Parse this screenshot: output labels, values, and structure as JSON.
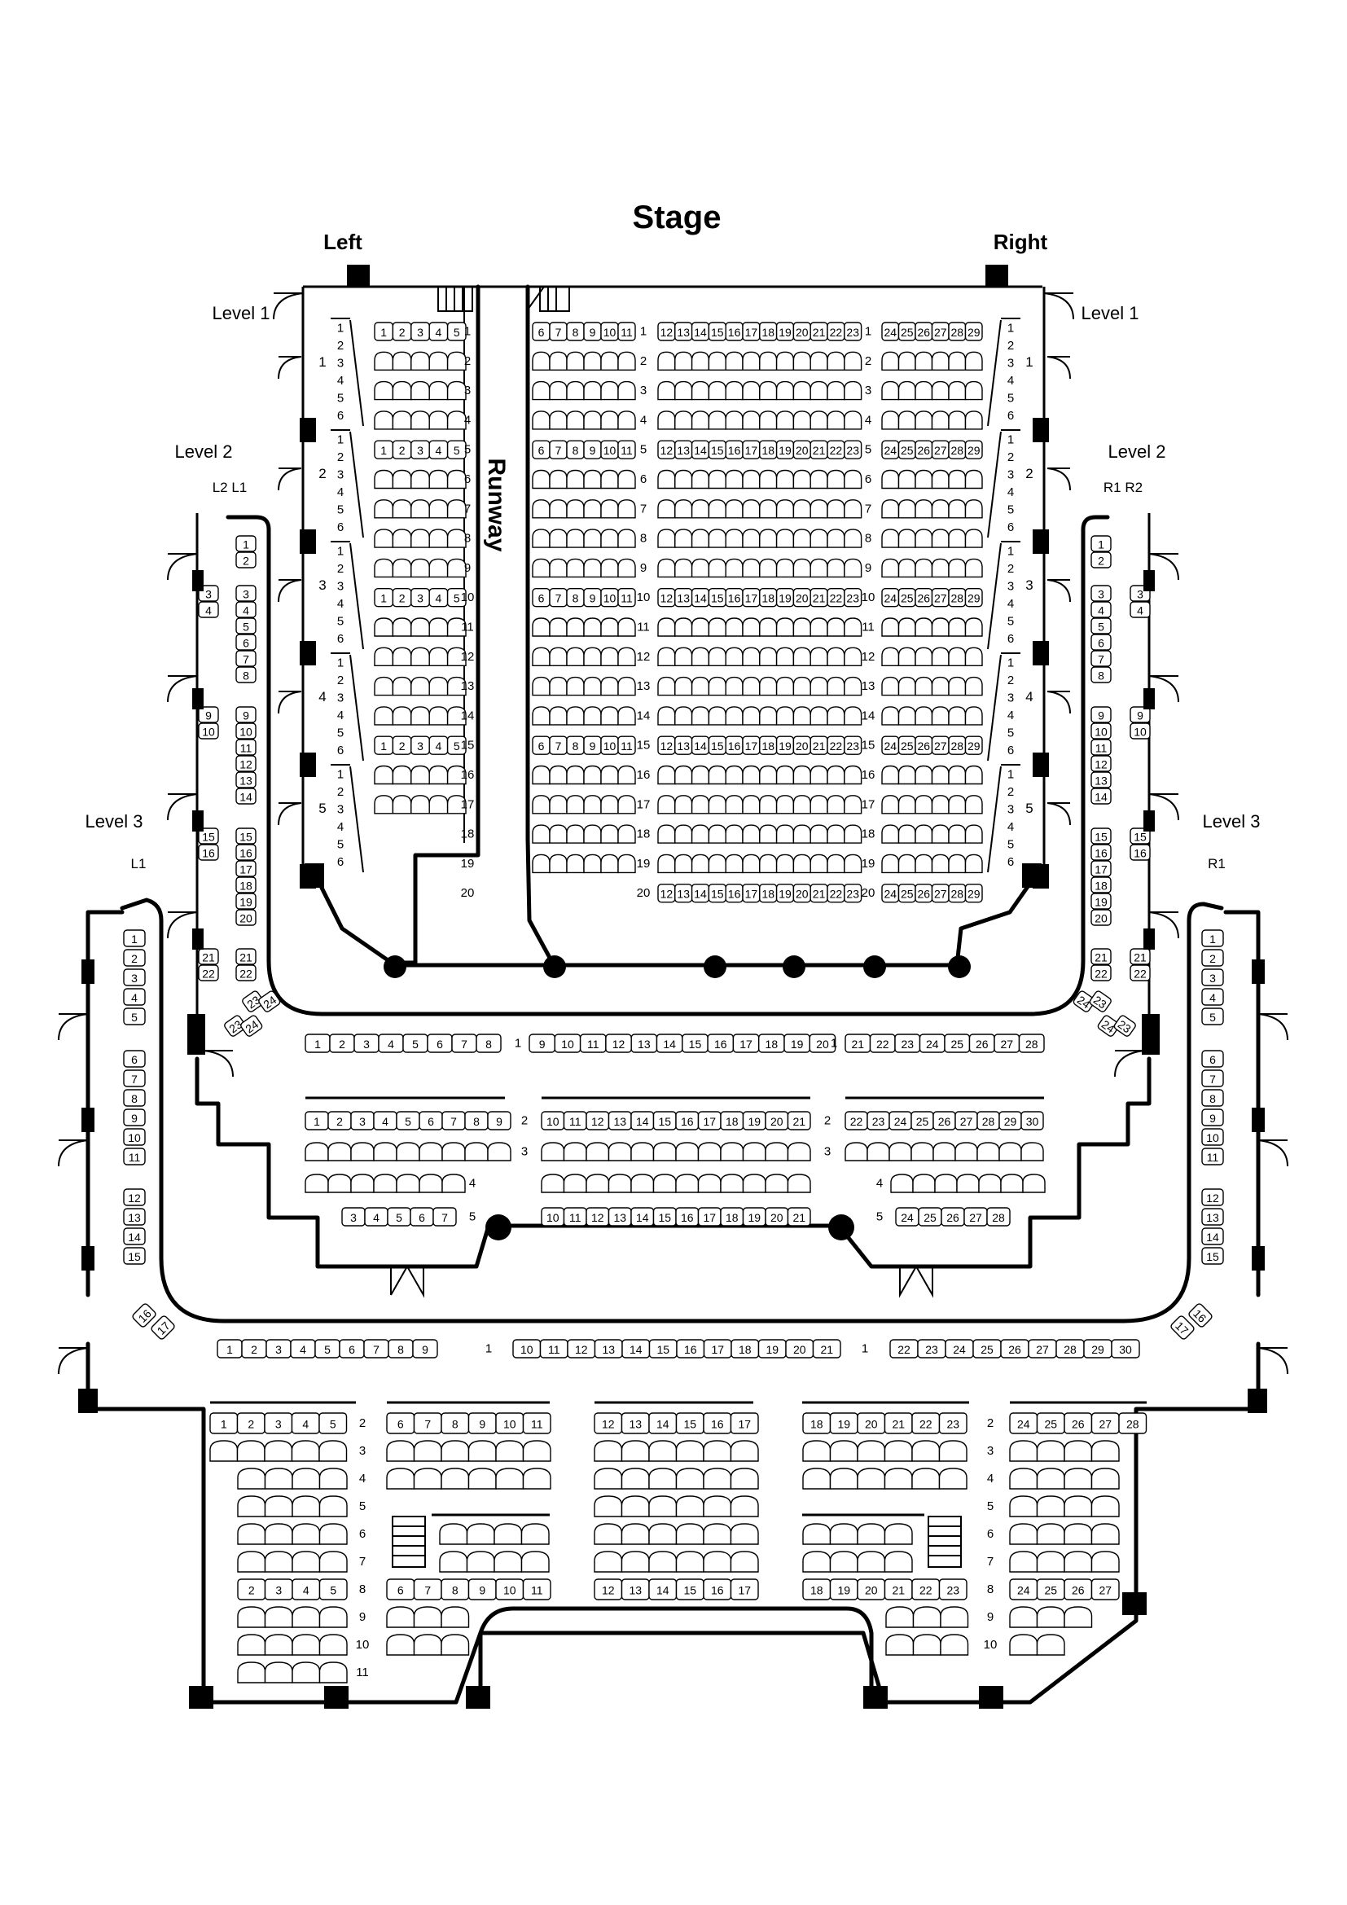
{
  "labels": {
    "stage": "Stage",
    "left": "Left",
    "right": "Right",
    "runway": "Runway",
    "level1_left": "Level 1",
    "level1_right": "Level 1",
    "level2_left": "Level 2",
    "level2_right": "Level 2",
    "level3_left": "Level 3",
    "level3_right": "Level 3",
    "l2l1": "L2 L1",
    "r1r2": "R1 R2",
    "l1": "L1",
    "r1": "R1"
  },
  "floor": {
    "rows": [
      {
        "row": 1,
        "left": [
          1,
          2,
          3,
          4,
          5
        ],
        "center": [
          6,
          7,
          8,
          9,
          10,
          11,
          12,
          13,
          14,
          15,
          16,
          17,
          18,
          19,
          20,
          21,
          22,
          23
        ],
        "right": [
          24,
          25,
          26,
          27,
          28,
          29
        ]
      },
      {
        "row": 2,
        "left": null,
        "center": null,
        "right": null
      },
      {
        "row": 3,
        "left": null,
        "center": null,
        "right": null
      },
      {
        "row": 4,
        "left": null,
        "center": null,
        "right": null
      },
      {
        "row": 5,
        "left": [
          1,
          2,
          3,
          4,
          5
        ],
        "center": [
          6,
          7,
          8,
          9,
          10,
          11,
          12,
          13,
          14,
          15,
          16,
          17,
          18,
          19,
          20,
          21,
          22,
          23
        ],
        "right": [
          24,
          25,
          26,
          27,
          28,
          29
        ]
      },
      {
        "row": 6,
        "left": null,
        "center": null,
        "right": null
      },
      {
        "row": 7,
        "left": null,
        "center": null,
        "right": null
      },
      {
        "row": 8,
        "left": null,
        "center": null,
        "right": null
      },
      {
        "row": 9,
        "left": null,
        "center": null,
        "right": null
      },
      {
        "row": 10,
        "left": [
          1,
          2,
          3,
          4,
          5
        ],
        "center": [
          6,
          7,
          8,
          9,
          10,
          11,
          12,
          13,
          14,
          15,
          16,
          17,
          18,
          19,
          20,
          21,
          22,
          23
        ],
        "right": [
          24,
          25,
          26,
          27,
          28,
          29
        ]
      },
      {
        "row": 11,
        "left": null,
        "center": null,
        "right": null
      },
      {
        "row": 12,
        "left": null,
        "center": null,
        "right": null
      },
      {
        "row": 13,
        "left": null,
        "center": null,
        "right": null
      },
      {
        "row": 14,
        "left": null,
        "center": null,
        "right": null
      },
      {
        "row": 15,
        "left": [
          1,
          2,
          3,
          4,
          5
        ],
        "center": [
          6,
          7,
          8,
          9,
          10,
          11,
          12,
          13,
          14,
          15,
          16,
          17,
          18,
          19,
          20,
          21,
          22,
          23
        ],
        "right": [
          24,
          25,
          26,
          27,
          28,
          29
        ]
      },
      {
        "row": 16,
        "left": null,
        "center": null,
        "right": null
      },
      {
        "row": 17,
        "left": null,
        "center": null,
        "right": null
      },
      {
        "row": 18,
        "left": "none",
        "center": null,
        "right": null
      },
      {
        "row": 19,
        "left": "none",
        "center": null,
        "right": null
      },
      {
        "row": 20,
        "left": "none",
        "center": [
          12,
          13,
          14,
          15,
          16,
          17,
          18,
          19,
          20,
          21,
          22,
          23
        ],
        "right": [
          24,
          25,
          26,
          27,
          28,
          29
        ]
      }
    ]
  },
  "floor_side": {
    "box_numbers": [
      "1",
      "2",
      "3",
      "4",
      "5"
    ],
    "seat_numbers": [
      "1",
      "2",
      "3",
      "4",
      "5",
      "6"
    ]
  },
  "level2": {
    "front": {
      "left": [
        "1",
        "2",
        "3",
        "4",
        "5",
        "6",
        "7",
        "8"
      ],
      "row": "1",
      "center": [
        "9",
        "10",
        "11",
        "12",
        "13",
        "14",
        "15",
        "16",
        "17",
        "18",
        "19",
        "20"
      ],
      "row2": "1",
      "right": [
        "21",
        "22",
        "23",
        "24",
        "25",
        "26",
        "27",
        "28"
      ]
    },
    "row2": {
      "left": [
        "1",
        "2",
        "3",
        "4",
        "5",
        "6",
        "7",
        "8",
        "9"
      ],
      "center": [
        "10",
        "11",
        "12",
        "13",
        "14",
        "15",
        "16",
        "17",
        "18",
        "19",
        "20",
        "21"
      ],
      "right": [
        "22",
        "23",
        "24",
        "25",
        "26",
        "27",
        "28",
        "29",
        "30"
      ]
    },
    "row5": {
      "left": [
        "3",
        "4",
        "5",
        "6",
        "7"
      ],
      "center": [
        "10",
        "11",
        "12",
        "13",
        "14",
        "15",
        "16",
        "17",
        "18",
        "19",
        "20",
        "21"
      ],
      "right": [
        "24",
        "25",
        "26",
        "27",
        "28"
      ]
    },
    "row_numbers": [
      "2",
      "3",
      "4",
      "5"
    ],
    "left_side_inner": [
      "1",
      "2",
      "3",
      "4",
      "5",
      "6",
      "7",
      "8",
      "9",
      "10",
      "11",
      "12",
      "13",
      "14",
      "15",
      "16",
      "17",
      "18",
      "19",
      "20",
      "21",
      "22"
    ],
    "left_side_outer": [
      "3",
      "4",
      "9",
      "10",
      "15",
      "16",
      "21",
      "22"
    ],
    "corner_left": [
      "23",
      "24",
      "23",
      "24"
    ],
    "corner_right": [
      "24",
      "23",
      "24",
      "23"
    ]
  },
  "level3": {
    "front": {
      "left": [
        "1",
        "2",
        "3",
        "4",
        "5",
        "6",
        "7",
        "8",
        "9"
      ],
      "row": "1",
      "center": [
        "10",
        "11",
        "12",
        "13",
        "14",
        "15",
        "16",
        "17",
        "18",
        "19",
        "20",
        "21"
      ],
      "row2": "1",
      "right": [
        "22",
        "23",
        "24",
        "25",
        "26",
        "27",
        "28",
        "29",
        "30"
      ]
    },
    "side": [
      "1",
      "2",
      "3",
      "4",
      "5",
      "6",
      "7",
      "8",
      "9",
      "10",
      "11",
      "12",
      "13",
      "14",
      "15"
    ],
    "corner_left": [
      "16",
      "17"
    ],
    "corner_right": [
      "17",
      "16"
    ],
    "row2": {
      "b1": [
        "1",
        "2",
        "3",
        "4",
        "5"
      ],
      "b2": [
        "6",
        "7",
        "8",
        "9",
        "10",
        "11"
      ],
      "b3": [
        "12",
        "13",
        "14",
        "15",
        "16",
        "17"
      ],
      "b4": [
        "18",
        "19",
        "20",
        "21",
        "22",
        "23"
      ],
      "b5": [
        "24",
        "25",
        "26",
        "27",
        "28"
      ]
    },
    "row8": {
      "b1": [
        "2",
        "3",
        "4",
        "5"
      ],
      "b2": [
        "6",
        "7",
        "8",
        "9",
        "10",
        "11"
      ],
      "b3": [
        "12",
        "13",
        "14",
        "15",
        "16",
        "17"
      ],
      "b4": [
        "18",
        "19",
        "20",
        "21",
        "22",
        "23"
      ],
      "b5": [
        "24",
        "25",
        "26",
        "27"
      ]
    },
    "rows_left": [
      "2",
      "3",
      "4",
      "5",
      "6",
      "7",
      "8",
      "9",
      "10",
      "11"
    ],
    "rows_right": [
      "2",
      "3",
      "4",
      "5",
      "6",
      "7",
      "8",
      "9",
      "10"
    ]
  }
}
